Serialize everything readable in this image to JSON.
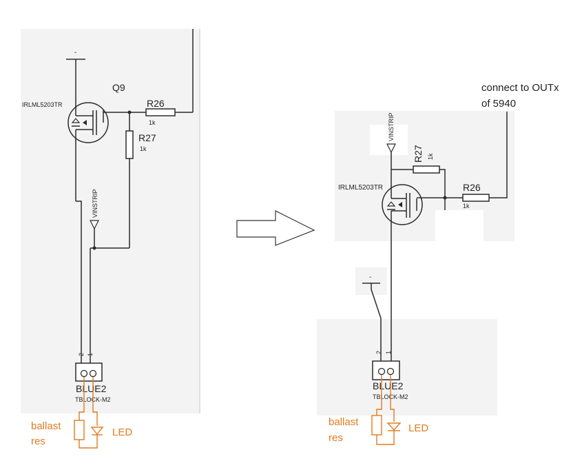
{
  "left": {
    "transistor_ref": "Q9",
    "transistor_part": "IRLML5203TR",
    "r26_ref": "R26",
    "r26_value": "1k",
    "r27_ref": "R27",
    "r27_value": "1k",
    "net_label": "VINSTRIP",
    "connector_ref": "BLUE2",
    "connector_part": "TBLOCK-M2",
    "pin2": "2",
    "pin1": "1",
    "ballast_line1": "ballast",
    "ballast_line2": "res",
    "led_label": "LED",
    "gnd_symbol": "-"
  },
  "right": {
    "note_line1": "connect to OUTx",
    "note_line2": "of 5940",
    "net_label": "VINSTRIP",
    "r27_ref": "R27",
    "r27_value": "1k",
    "transistor_part": "IRLML5203TR",
    "r26_ref": "R26",
    "r26_value": "1k",
    "connector_ref": "BLUE2",
    "connector_part": "TBLOCK-M2",
    "pin2": "2",
    "pin1": "1",
    "ballast_line1": "ballast",
    "ballast_line2": "res",
    "led_label": "LED",
    "gnd_symbol": "-"
  },
  "colors": {
    "annotation": "#e07b1f",
    "wire": "#2a2a2a",
    "panel": "#f3f3f3"
  }
}
